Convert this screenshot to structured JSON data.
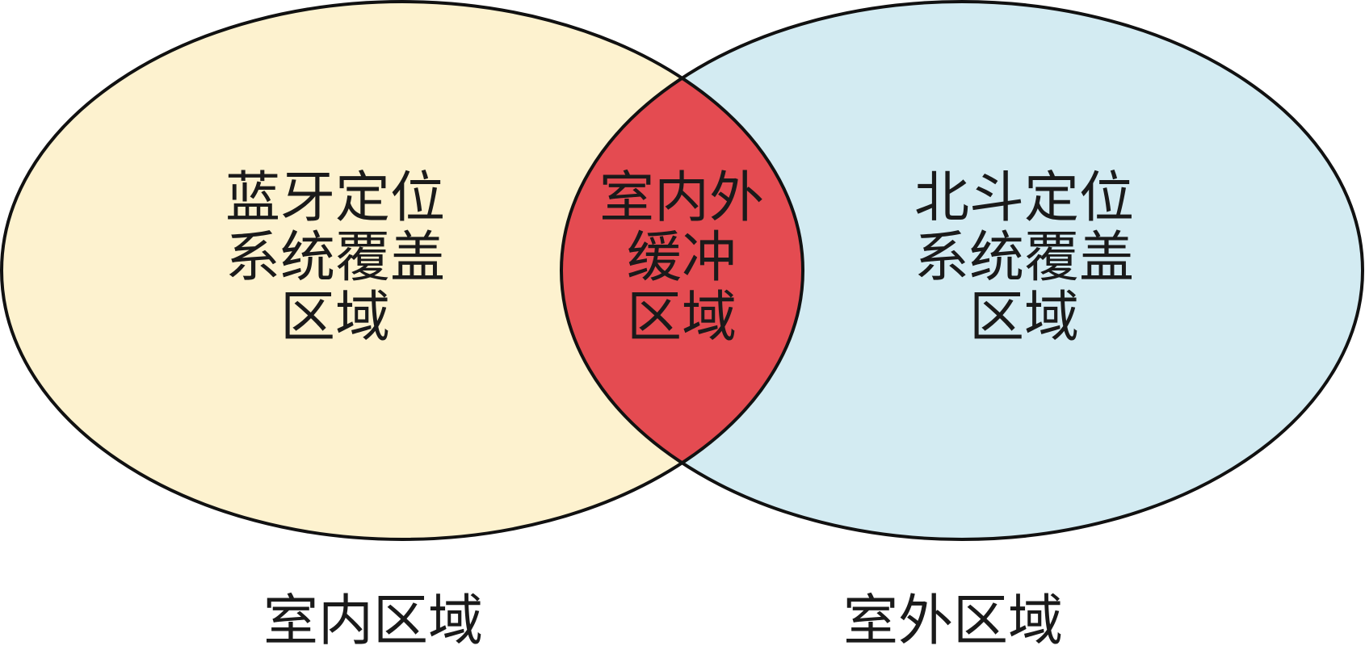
{
  "diagram": {
    "left_region": {
      "lines": [
        "蓝牙定位",
        "系统覆盖",
        "区域"
      ],
      "fill_color": "#fdf2cf"
    },
    "right_region": {
      "lines": [
        "北斗定位",
        "系统覆盖",
        "区域"
      ],
      "fill_color": "#d3ebf2"
    },
    "overlap_region": {
      "lines": [
        "室内外",
        "缓冲",
        "区域"
      ],
      "fill_color": "#e44b51"
    },
    "outline_color": "#111111",
    "captions": {
      "left": "室内区域",
      "right": "室外区域"
    }
  }
}
